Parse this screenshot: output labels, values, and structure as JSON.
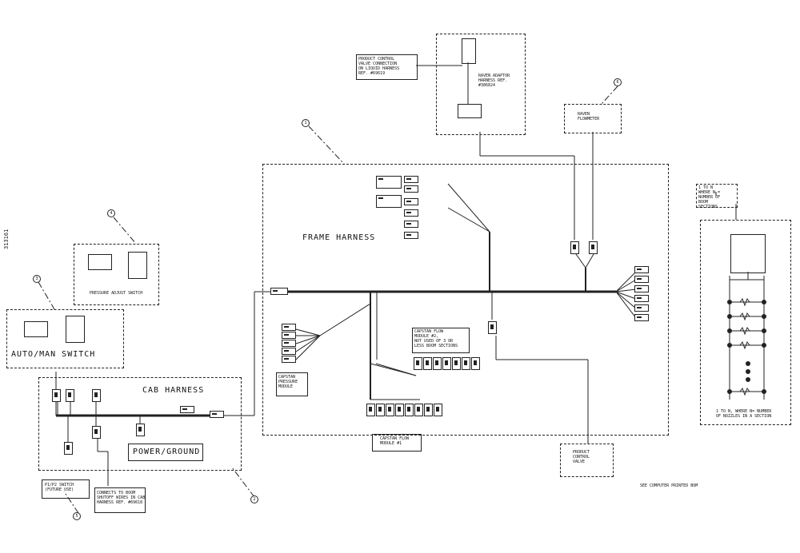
{
  "labels": {
    "frame_harness": "FRAME HARNESS",
    "cab_harness": "CAB HARNESS",
    "power_ground": "POWER/GROUND",
    "auto_man_switch": "AUTO/MAN SWITCH",
    "pressure_adjust_switch": "PRESSURE ADJUST SWITCH",
    "product_control_valve_connection": "PRODUCT CONTROL\nVALVE CONNECTION\nON LIQUID HARNESS\nREF. #69619",
    "raven_adaptor": "RAVEN ADAPTOR\nHARNESS REF.\n#386824",
    "raven_flowmeter": "RAVEN\nFLOWMETER",
    "sections_box": "1 TO n\nWHERE n =\nNUMBER OF\nBOOM\nSECTIONS",
    "nozzles_note": "1 TO n, WHERE N= NUMBER\nOF NOZZLES IN A SECTION",
    "capstan_flow_2": "CAPSTAN FLOW\nMODULE #2,\nNOT USED OF 3 OR\nLESS BOOM SECTIONS",
    "capstan_flow_1": "CAPSTAN FLOW\nMODULE #1",
    "capstan_pressure": "CAPSTAN\nPRESSURE\nMODULE",
    "product_control_valve": "PRODUCT\nCONTROL\nVALVE",
    "pump_switch": "P1/P2 SWITCH\n(FUTURE USE)",
    "connects_boom": "CONNECTS TO BOOM\nSHUTOFF WIRES IN CAB\nHARNESS REF. #69618",
    "computer_printed": "SEE COMPUTER PRINTED BOM",
    "doc_number": "313161"
  },
  "callouts": [
    "1",
    "2",
    "3",
    "4",
    "5",
    "6"
  ],
  "colors": {
    "line": "#222222",
    "background": "#ffffff"
  }
}
